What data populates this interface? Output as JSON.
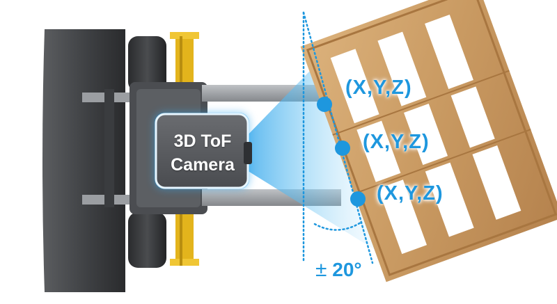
{
  "camera": {
    "line1": "3D ToF",
    "line2": "Camera"
  },
  "points": [
    {
      "label": "(X,Y,Z)"
    },
    {
      "label": "(X,Y,Z)"
    },
    {
      "label": "(X,Y,Z)"
    }
  ],
  "angle": {
    "symbol": "±",
    "value": "20°"
  },
  "colors": {
    "accent": "#1e97de",
    "camera_body": "#5a5c5f",
    "fork_gray": "#a7aaae",
    "mast_yellow": "#e3b41c",
    "pallet_wood": "#c99a62"
  }
}
